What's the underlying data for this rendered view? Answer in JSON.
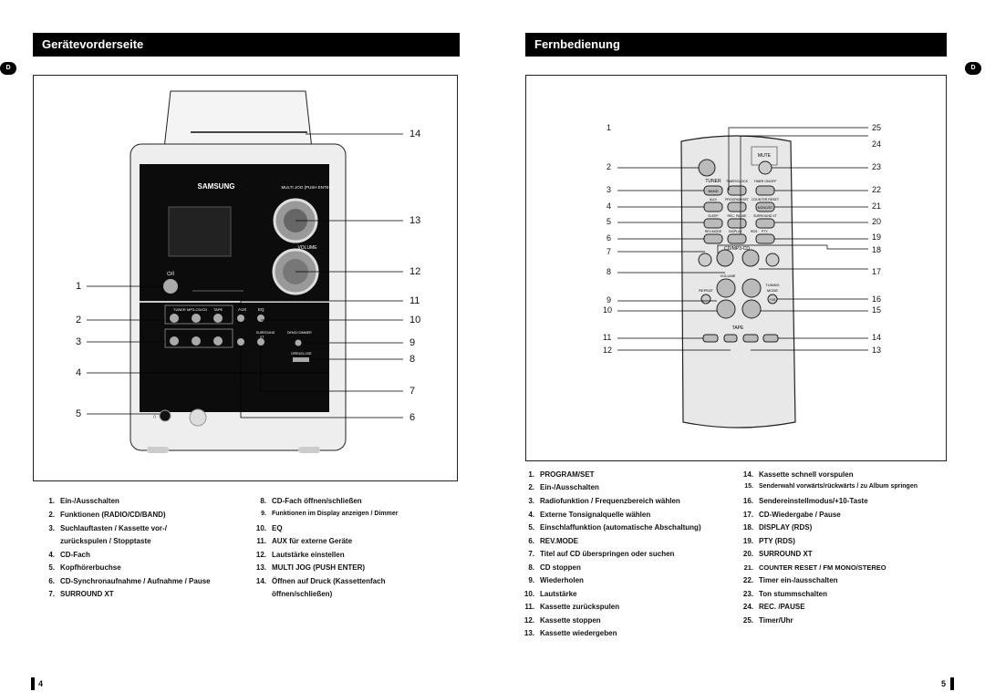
{
  "left": {
    "header": "Gerätevorderseite",
    "badge": "D",
    "device": {
      "brand": "SAMSUNG",
      "jog_label": "MULTI JOG (PUSH ENTER)",
      "volume_label": "VOLUME",
      "power_label": "⏻/I",
      "row1_labels": [
        "TUNER",
        "MP3-CD/CD",
        "TAPE"
      ],
      "aux_label": "AUX",
      "eq_label": "EQ",
      "surround_label": "SURROUND",
      "xt_label": "XT",
      "demo_label": "DEMO/ DIMMER",
      "open_close_label": "OPEN/CLOSE",
      "headphone_label": "∩"
    },
    "callouts_left": [
      "1",
      "2",
      "3",
      "4",
      "5"
    ],
    "callouts_right": [
      "14",
      "13",
      "12",
      "11",
      "10",
      "9",
      "8",
      "7",
      "6"
    ],
    "legend_col1": [
      {
        "n": "1.",
        "t": "Ein-/Ausschalten"
      },
      {
        "n": "2.",
        "t": "Funktionen (RADIO/CD/BAND)"
      },
      {
        "n": "3.",
        "t": "Suchlauftasten / Kassette vor-/"
      },
      {
        "n": "",
        "t": "zurückspulen / Stopptaste"
      },
      {
        "n": "4.",
        "t": "CD-Fach"
      },
      {
        "n": "5.",
        "t": "Kopfhörerbuchse"
      },
      {
        "n": "6.",
        "t": "CD-Synchronaufnahme / Aufnahme / Pause"
      },
      {
        "n": "7.",
        "t": "SURROUND XT"
      }
    ],
    "legend_col2": [
      {
        "n": "8.",
        "t": "CD-Fach öffnen/schließen"
      },
      {
        "n": "9.",
        "t": "Funktionen im Display anzeigen / Dimmer"
      },
      {
        "n": "10.",
        "t": "EQ"
      },
      {
        "n": "11.",
        "t": "AUX für externe Geräte"
      },
      {
        "n": "12.",
        "t": "Lautstärke einstellen"
      },
      {
        "n": "13.",
        "t": "MULTI JOG (PUSH ENTER)"
      },
      {
        "n": "14.",
        "t": "Öffnen auf Druck (Kassettenfach"
      },
      {
        "n": "",
        "t": "öffnen/schließen)"
      }
    ],
    "page_number": "4"
  },
  "right": {
    "header": "Fernbedienung",
    "badge": "D",
    "remote": {
      "mute": "MUTE",
      "tuner": "TUNER",
      "band": "BAND",
      "aux": "AUX",
      "sleep": "SLEEP",
      "rev_mode": "REV.MODE",
      "timer_clock": "TIMER/CLOCK",
      "timer_on_off": "TIMER ON/OFF",
      "program_set": "PROGRAM/SET",
      "counter_reset": "COUNTER RESET",
      "mono": "MONO/ST",
      "rec_pause": "REC. PAUSE",
      "surround_xt": "SURROUND XT",
      "display": "DISPLAY",
      "rds": "RDS",
      "pty": "PTY",
      "cd_mp3_cd": "CD/MP3-CD",
      "volume": "VOLUME",
      "tuning": "TUNING",
      "mode": "MODE",
      "repeat": "REPEAT",
      "plus10": "+10",
      "tape": "TAPE"
    },
    "callouts_left": [
      "1",
      "2",
      "3",
      "4",
      "5",
      "6",
      "7",
      "8",
      "9",
      "10",
      "11",
      "12"
    ],
    "callouts_right": [
      "25",
      "24",
      "23",
      "22",
      "21",
      "20",
      "19",
      "18",
      "17",
      "16",
      "15",
      "14",
      "13"
    ],
    "legend_col1": [
      {
        "n": "1.",
        "t": "PROGRAM/SET"
      },
      {
        "n": "2.",
        "t": "Ein-/Ausschalten"
      },
      {
        "n": "3.",
        "t": "Radiofunktion / Frequenzbereich wählen"
      },
      {
        "n": "4.",
        "t": "Externe Tonsignalquelle wählen"
      },
      {
        "n": "5.",
        "t": "Einschlaffunktion (automatische Abschaltung)"
      },
      {
        "n": "6.",
        "t": "REV.MODE"
      },
      {
        "n": "7.",
        "t": "Titel auf CD überspringen oder suchen"
      },
      {
        "n": "8.",
        "t": "CD stoppen"
      },
      {
        "n": "9.",
        "t": "Wiederholen"
      },
      {
        "n": "10.",
        "t": "Lautstärke"
      },
      {
        "n": "11.",
        "t": "Kassette zurückspulen"
      },
      {
        "n": "12.",
        "t": "Kassette stoppen"
      },
      {
        "n": "13.",
        "t": "Kassette wiedergeben"
      }
    ],
    "legend_col2": [
      {
        "n": "14.",
        "t": "Kassette schnell vorspulen"
      },
      {
        "n": "15.",
        "t": "Senderwahl vorwärts/rückwärts / zu Album springen"
      },
      {
        "n": "16.",
        "t": "Sendereinstellmodus/+10-Taste"
      },
      {
        "n": "17.",
        "t": "CD-Wiedergabe / Pause"
      },
      {
        "n": "18.",
        "t": "DISPLAY (RDS)"
      },
      {
        "n": "19.",
        "t": "PTY (RDS)"
      },
      {
        "n": "20.",
        "t": "SURROUND XT"
      },
      {
        "n": "21.",
        "t": "COUNTER RESET / FM MONO/STEREO"
      },
      {
        "n": "22.",
        "t": "Timer ein-/ausschalten"
      },
      {
        "n": "23.",
        "t": "Ton stummschalten"
      },
      {
        "n": "24.",
        "t": "REC. /PAUSE"
      },
      {
        "n": "25.",
        "t": "Timer/Uhr"
      }
    ],
    "page_number": "5"
  }
}
